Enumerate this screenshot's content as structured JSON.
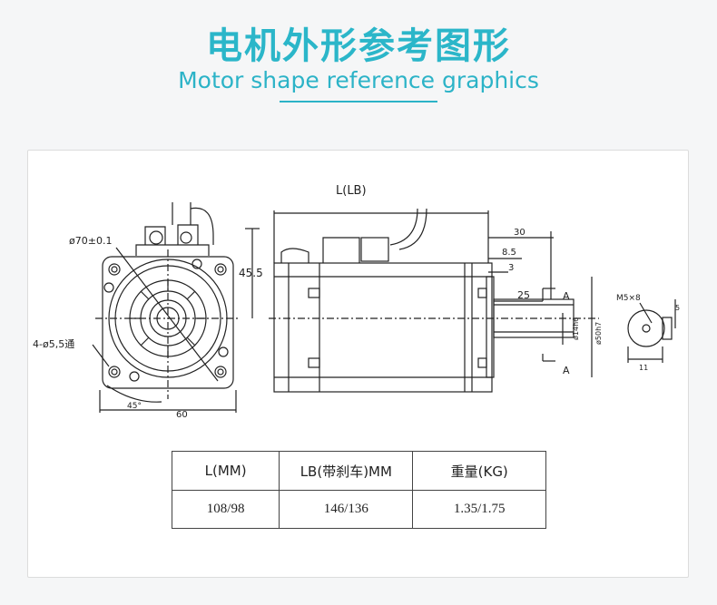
{
  "header": {
    "title_zh": "电机外形参考图形",
    "title_en": "Motor shape reference graphics"
  },
  "drawing": {
    "dim_overall": "L(LB)",
    "dim_diameter": "ø70±0.1",
    "dim_height": "45.5",
    "dim_holes": "4-ø5,5通",
    "dim_angle": "45°",
    "dim_width": "60",
    "dim_30": "30",
    "dim_8_5": "8.5",
    "dim_3": "3",
    "dim_25": "25",
    "section_a_top": "A",
    "section_a_bottom": "A",
    "dim_shaft": "ø14h6",
    "dim_pilot": "ø50h7",
    "dim_thread": "M5×8",
    "dim_5": "5",
    "dim_11": "11"
  },
  "specs": {
    "headers": [
      "L(MM)",
      "LB(带刹车)MM",
      "重量(KG)"
    ],
    "row": [
      "108/98",
      "146/136",
      "1.35/1.75"
    ]
  }
}
